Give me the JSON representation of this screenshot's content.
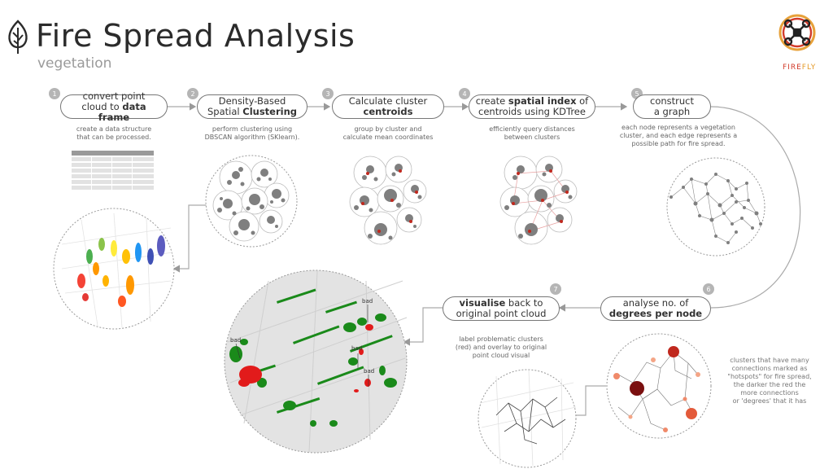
{
  "header": {
    "title": "Fire Spread Analysis",
    "subtitle": "vegetation"
  },
  "brand": {
    "name_a": "FIRE",
    "name_b": "FLY",
    "color_a": "#d23b2a",
    "color_b": "#e59b2a"
  },
  "steps": [
    {
      "num": "1",
      "line1_pre": "convert point",
      "line2_pre": "cloud to ",
      "line2_bold": "data frame",
      "desc": [
        "create a data structure",
        "that can be processed."
      ]
    },
    {
      "num": "2",
      "line1_pre": "Density-Based",
      "line2_pre": "Spatial ",
      "line2_bold": "Clustering",
      "desc": [
        "perform clustering using",
        "DBSCAN algorithm (SKlearn)."
      ]
    },
    {
      "num": "3",
      "line1_pre": "Calculate cluster",
      "line2_pre": "",
      "line2_bold": "centroids",
      "desc": [
        "group by cluster and",
        "calculate mean coordinates"
      ]
    },
    {
      "num": "4",
      "line1_pre": "create ",
      "line1_bold": "spatial index",
      "line1_post": " of",
      "line2_pre": "centroids using KDTree",
      "line2_bold": "",
      "desc": [
        "efficiently query distances",
        "between clusters"
      ]
    },
    {
      "num": "5",
      "line1_pre": "construct",
      "line2_pre": "a graph",
      "line2_bold": "",
      "desc": [
        "each node represents a vegetation",
        "cluster, and each edge represents a",
        "possible path for fire spread."
      ]
    },
    {
      "num": "6",
      "line1_pre": "analyse no. of",
      "line2_pre": "",
      "line2_bold": "degrees per node",
      "desc": []
    },
    {
      "num": "7",
      "line1_pre": "",
      "line1_bold": "visualise",
      "line1_post": " back to",
      "line2_pre": "original point cloud",
      "line2_bold": "",
      "desc": [
        "label problematic clusters",
        "(red) and overlay to original",
        "point cloud visual"
      ]
    }
  ],
  "hotspot_note": [
    "clusters that have many",
    "connections marked as",
    "\"hotspots\" for fire spread,",
    "the darker the red the",
    "more connections",
    "or 'degrees' that it has"
  ],
  "bad_labels": [
    "bad",
    "bad",
    "bad",
    "bad"
  ],
  "icons": {
    "tree": "tree-icon",
    "drone": "drone-icon"
  },
  "colors": {
    "accent_red": "#c0281e",
    "green": "#1a8a1a",
    "dark_red": "#7a0f0f",
    "grey": "#7f7f7f"
  }
}
